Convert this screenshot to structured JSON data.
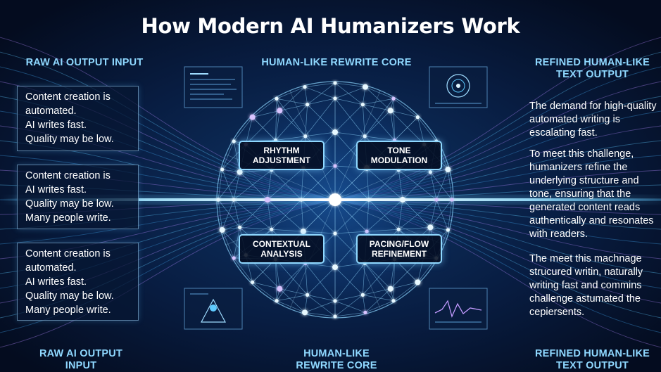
{
  "title": "How Modern AI Humanizers Work",
  "labels": {
    "top_left": "RAW AI OUTPUT INPUT",
    "top_center": "HUMAN-LIKE REWRITE CORE",
    "top_right_line1": "REFINED HUMAN-LIKE",
    "top_right_line2": "TEXT OUTPUT",
    "bottom_left_line1": "RAW AI OUTPUT",
    "bottom_left_line2": "INPUT",
    "bottom_center_line1": "HUMAN-LIKE",
    "bottom_center_line2": "REWRITE CORE",
    "bottom_right_line1": "REFINED HUMAN-LIKE",
    "bottom_right_line2": "TEXT OUTPUT"
  },
  "inputs": [
    {
      "lines": [
        "Content creation is",
        "automated.",
        "AI writes fast.",
        "Quality may be low."
      ]
    },
    {
      "lines": [
        "Content creation is",
        "AI writes fast.",
        "Quality may be low.",
        "Many people write."
      ]
    },
    {
      "lines": [
        "Content creation is",
        "automated.",
        "AI writes fast.",
        "Quality may be low.",
        "Many people write."
      ]
    }
  ],
  "modules": [
    {
      "line1": "RHYTHM",
      "line2": "ADJUSTMENT"
    },
    {
      "line1": "TONE",
      "line2": "MODULATION"
    },
    {
      "line1": "CONTEXTUAL",
      "line2": "ANALYSIS"
    },
    {
      "line1": "PACING/FLOW",
      "line2": "REFINEMENT"
    }
  ],
  "output": {
    "p1": [
      "The demand for high-quality",
      "automated writing is",
      "escalating fast."
    ],
    "p2": [
      "To meet this challenge,",
      "humanizers refine the",
      "underlying structure and",
      "tone, ensuring that the",
      "generated content reads",
      "authentically and resonates",
      "with readers."
    ],
    "p3": [
      "The meet this machnage",
      "strucured writin, naturally",
      "writing fast and commins",
      "challenge astumated the",
      "cepiersents."
    ]
  },
  "colors": {
    "background": "#06142e",
    "accent": "#8fd8ff",
    "glow": "#5ecbff",
    "purple": "#b388ff",
    "text": "#ffffff"
  }
}
